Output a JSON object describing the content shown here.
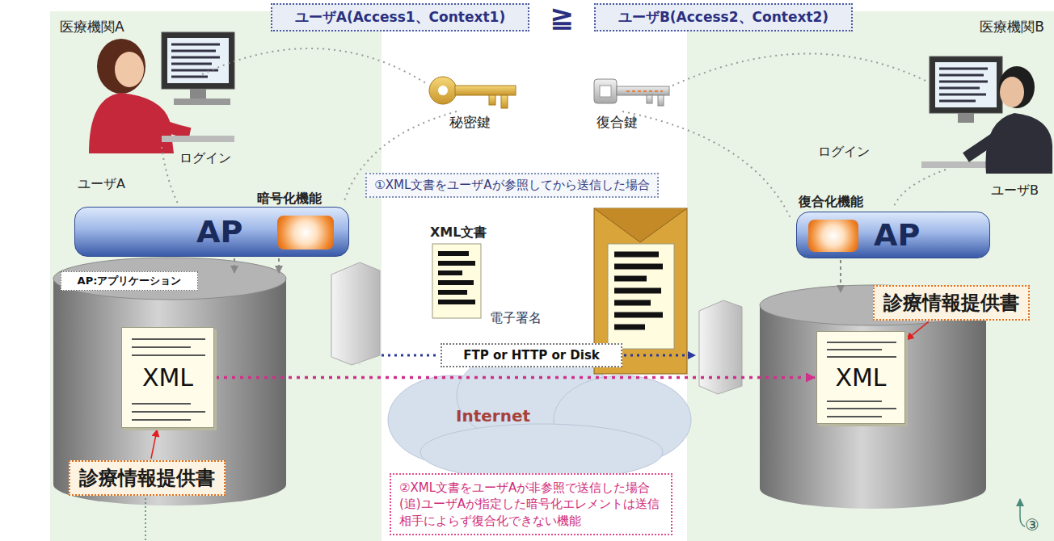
{
  "diagram": {
    "nodes": [
      {
        "text": [
          "ユーザA(Access1、Context1)"
        ]
      },
      {
        "text": [
          "ユーザB(Access2、Context2)"
        ]
      },
      {
        "text": [
          "医療機関A"
        ]
      },
      {
        "text": [
          "医療機関B"
        ]
      },
      {
        "text": [
          "①XML文書をユーザAが参照してから送信した場合"
        ]
      },
      {
        "text": [
          "AP"
        ],
        "in": 2
      },
      {
        "text": [
          "AP"
        ],
        "in": 3
      },
      {
        "text": [
          "AP:アプリケーション"
        ],
        "in": 2
      },
      {
        "text": [
          "FTP or HTTP or Disk"
        ]
      },
      {
        "text": [
          "XML"
        ],
        "in": 2
      },
      {
        "text": [
          "診療情報提供書"
        ],
        "in": 2
      },
      {
        "text": [
          "XML"
        ],
        "in": 3
      },
      {
        "text": [
          "診療情報提供書"
        ],
        "in": 3
      },
      {
        "text": [
          "②XML文書をユーザAが非参照で送信した場合 (追)ユーザAが指定した暗号化エレメントは送信相手によらず復合化できない機能"
        ]
      },
      {
        "text": [
          "Internet"
        ]
      }
    ],
    "edges": [
      {
        "from": 9,
        "to": 11,
        "arrow": "to"
      },
      {
        "from": 10,
        "to": 9,
        "arrow": "to"
      },
      {
        "from": 12,
        "to": 11,
        "arrow": "to"
      }
    ],
    "labels": [
      "≧",
      "秘密鍵",
      "復合鍵",
      "ログイン",
      "ログイン",
      "ユーザA",
      "ユーザB",
      "暗号化機能",
      "復合化機能",
      "XML文書",
      "電子署名",
      "③"
    ]
  }
}
